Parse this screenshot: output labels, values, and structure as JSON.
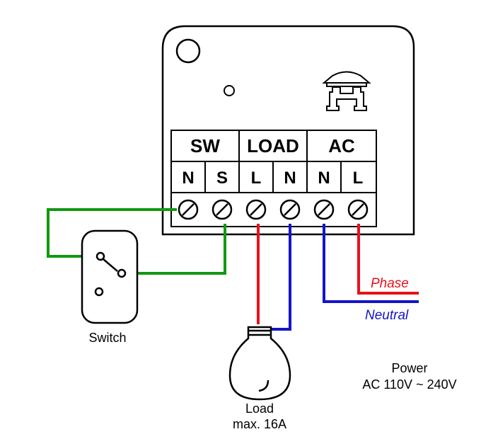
{
  "colors": {
    "outline": "#000000",
    "switch_wire": "#119911",
    "phase_wire": "#e8121b",
    "neutral_wire": "#1414c8"
  },
  "terminal_block": {
    "groups": [
      "SW",
      "LOAD",
      "AC"
    ],
    "pins": [
      "N",
      "S",
      "L",
      "N",
      "N",
      "L"
    ]
  },
  "labels": {
    "switch": "Switch",
    "load_line1": "Load",
    "load_line2": "max. 16A",
    "phase": "Phase",
    "neutral": "Neutral",
    "power_line1": "Power",
    "power_line2": "AC 110V ~ 240V"
  },
  "icons": {
    "brand": "house-h-logo-icon",
    "bulb": "light-bulb-icon",
    "switch": "wall-switch-icon"
  }
}
